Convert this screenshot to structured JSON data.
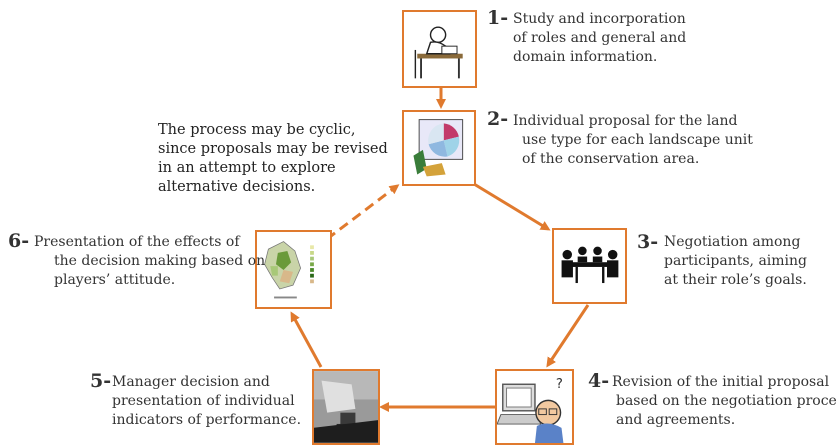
{
  "colors": {
    "accent": "#e07a2e",
    "text": "#333333"
  },
  "note": {
    "lines": [
      "The  process  may  be  cyclic,",
      "since proposals may be revised",
      "in   an   attempt   to   explore",
      "alternative decisions."
    ]
  },
  "steps": [
    {
      "number": "1-",
      "icon": "person-studying-icon",
      "lines": [
        "Study and incorporation",
        "of roles and general and",
        "domain information."
      ]
    },
    {
      "number": "2-",
      "icon": "chart-proposal-icon",
      "lines": [
        "Individual proposal for the land",
        "use type for each landscape unit",
        "of the conservation area."
      ]
    },
    {
      "number": "3-",
      "icon": "meeting-icon",
      "lines": [
        "Negotiation among",
        "participants, aiming",
        "at their role’s goals."
      ]
    },
    {
      "number": "4-",
      "icon": "computer-revision-icon",
      "lines": [
        "Revision of the initial proposal",
        "based on the negotiation process",
        "and agreements."
      ]
    },
    {
      "number": "5-",
      "icon": "gavel-decision-icon",
      "lines": [
        "Manager decision and",
        "presentation of individual",
        "indicators of performance."
      ]
    },
    {
      "number": "6-",
      "icon": "map-effects-icon",
      "lines": [
        "Presentation of the effects of",
        "the decision making based on",
        "players’ attitude."
      ]
    }
  ]
}
